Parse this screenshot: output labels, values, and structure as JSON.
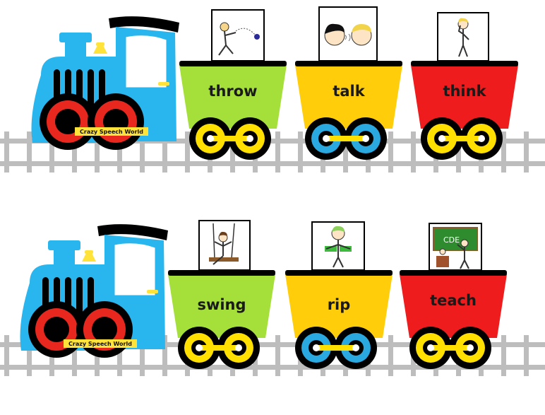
{
  "brand_label": "Crazy Speech World",
  "colors": {
    "engine": "#29b6ef",
    "engine_dark": "#000000",
    "wheel_red": "#e8281e",
    "bell": "#ffe33a",
    "track": "#bdbdbd",
    "car_green": "#a5df3a",
    "car_yellow": "#ffcd0a",
    "car_red": "#ee1c1c",
    "wheel_yellow": "#ffe000",
    "wheel_blue": "#2aa9e0",
    "wheel_hub": "#ffffff"
  },
  "trains": [
    {
      "cars": [
        {
          "word": "throw",
          "color": "car_green",
          "wheel": "wheel_yellow",
          "picture": "throw-picture-icon"
        },
        {
          "word": "talk",
          "color": "car_yellow",
          "wheel": "wheel_blue",
          "picture": "talk-picture-icon"
        },
        {
          "word": "think",
          "color": "car_red",
          "wheel": "wheel_yellow",
          "picture": "think-picture-icon"
        }
      ]
    },
    {
      "cars": [
        {
          "word": "swing",
          "color": "car_green",
          "wheel": "wheel_yellow",
          "picture": "swing-picture-icon"
        },
        {
          "word": "rip",
          "color": "car_yellow",
          "wheel": "wheel_blue",
          "picture": "rip-picture-icon"
        },
        {
          "word": "teach",
          "color": "car_red",
          "wheel": "wheel_yellow",
          "picture": "teach-picture-icon"
        }
      ]
    }
  ],
  "board_text": "CDE"
}
